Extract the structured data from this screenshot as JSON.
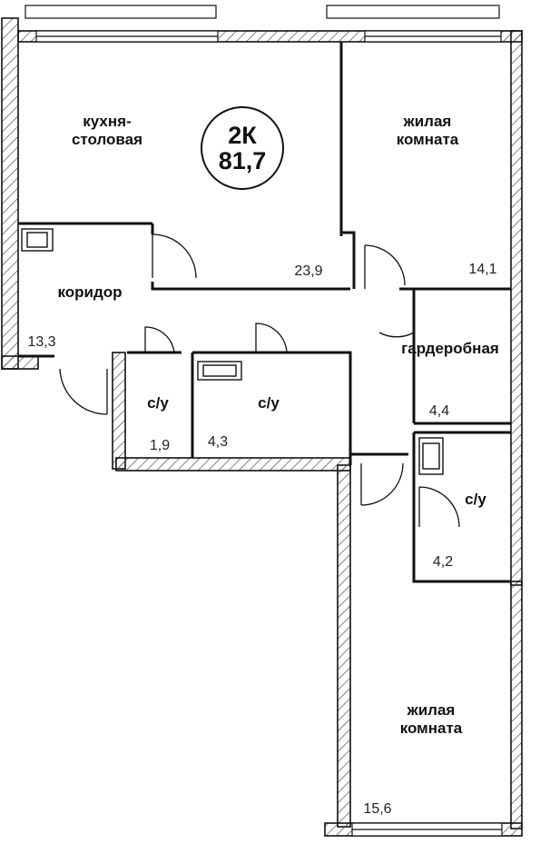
{
  "apartment": {
    "type_label": "2К",
    "total_area": "81,7"
  },
  "rooms": {
    "kitchen": {
      "name": "кухня-\nстоловая",
      "area": "23,9"
    },
    "living1": {
      "name": "жилая\nкомната",
      "area": "14,1"
    },
    "corridor": {
      "name": "коридор",
      "area": "13,3"
    },
    "wardrobe": {
      "name": "гардеробная",
      "area": "4,4"
    },
    "bath1": {
      "name": "с/у",
      "area": "1,9"
    },
    "bath2": {
      "name": "с/у",
      "area": "4,3"
    },
    "bath3": {
      "name": "с/у",
      "area": "4,2"
    },
    "living2": {
      "name": "жилая\nкомната",
      "area": "15,6"
    }
  },
  "colors": {
    "wall": "#111111",
    "hatch": "#444444",
    "background": "#ffffff"
  }
}
